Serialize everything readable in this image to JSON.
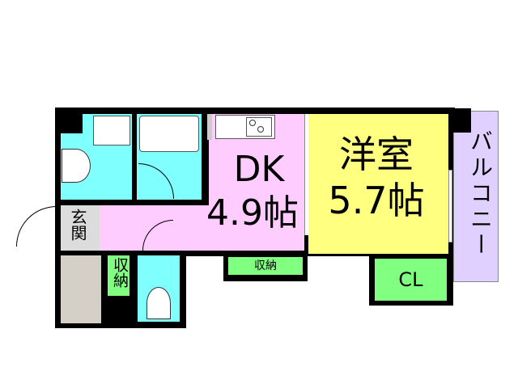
{
  "rooms": {
    "dk": {
      "name": "DK",
      "size": "4.9帖"
    },
    "western": {
      "name": "洋室",
      "size": "5.7帖"
    },
    "entrance": "玄関",
    "storage_small": "収納",
    "storage_dk": "収納",
    "closet": "CL",
    "balcony": "バルコニー"
  },
  "colors": {
    "dk": "#ffccff",
    "western": "#ffff80",
    "wet_area": "#80ffff",
    "storage": "#80ff80",
    "balcony": "#e0d0ff",
    "entrance": "#dcdcdc"
  }
}
